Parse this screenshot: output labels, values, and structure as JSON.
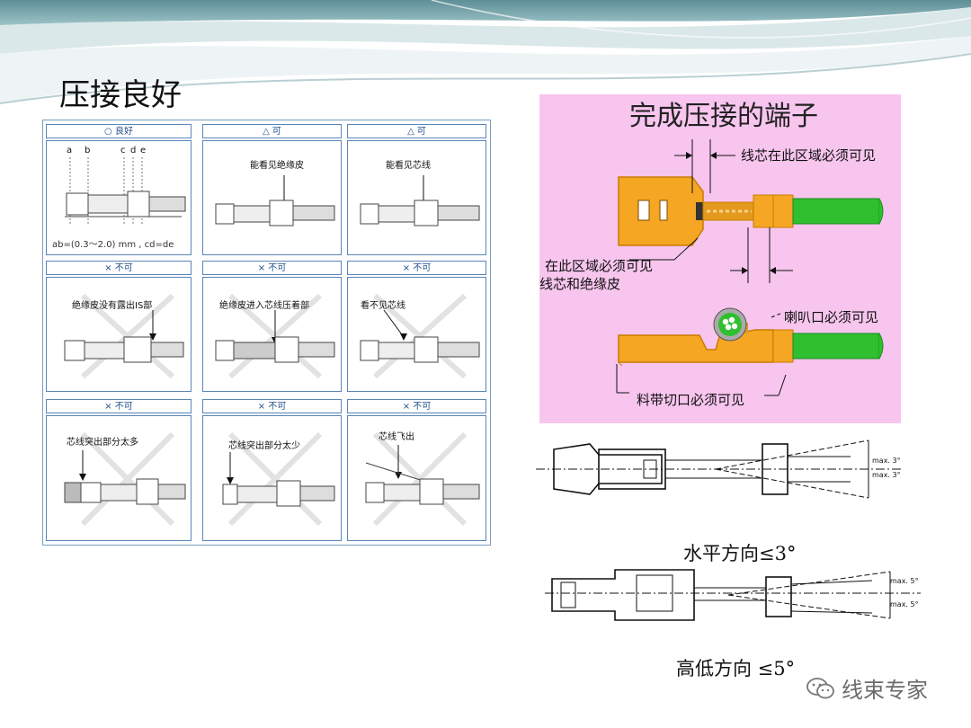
{
  "slide": {
    "title": "压接良好"
  },
  "grid": {
    "cells": [
      {
        "header": "○ 良好",
        "labels": [
          "a",
          "b",
          "c",
          "d",
          "e"
        ],
        "note": "ab=(0.3～2.0) mm , cd=de"
      },
      {
        "header": "△ 可",
        "note": "能看见绝缘皮"
      },
      {
        "header": "△ 可",
        "note": "能看见芯线"
      },
      {
        "header": "× 不可",
        "note": "绝缘皮没有露出IS部"
      },
      {
        "header": "× 不可",
        "note": "绝缘皮进入芯线压着部"
      },
      {
        "header": "× 不可",
        "note": "看不见芯线"
      },
      {
        "header": "× 不可",
        "note": "芯线突出部分太多"
      },
      {
        "header": "× 不可",
        "note": "芯线突出部分太少"
      },
      {
        "header": "× 不可",
        "note": "芯线飞出"
      }
    ]
  },
  "crimp_panel": {
    "title": "完成压接的端子",
    "notes": {
      "core_visible": "线芯在此区域必须可见",
      "zone_line1": "在此区域必须可见",
      "zone_line2": "线芯和绝缘皮",
      "bellmouth": "喇叭口必须可见",
      "carrier_cut": "料带切口必须可见"
    },
    "colors": {
      "terminal": "#f5a623",
      "wire": "#2fbf2f",
      "background": "#f7c5ee"
    }
  },
  "angle_diagrams": {
    "horizontal": {
      "label_top": "max. 3°",
      "label_bottom": "max. 3°",
      "caption": "水平方向≤3°"
    },
    "vertical": {
      "label_top": "max. 5°",
      "label_bottom": "max. 5°",
      "caption": "高低方向 ≤5°"
    }
  },
  "watermark": {
    "text": "线束专家",
    "icon": "wechat-icon"
  }
}
